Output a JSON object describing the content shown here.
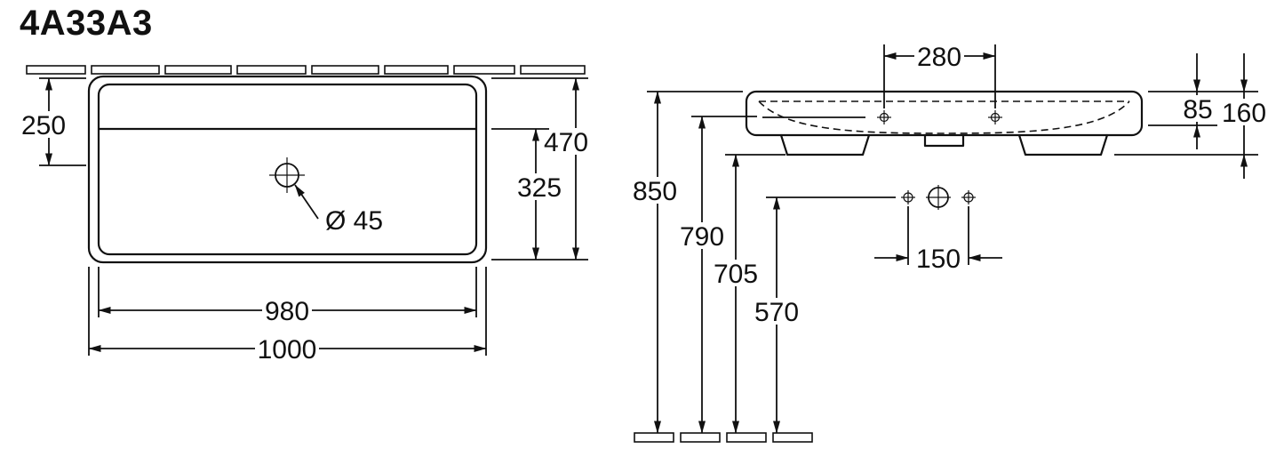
{
  "title": "4A33A3",
  "top_view": {
    "dims": {
      "depth_back": "250",
      "depth_total": "470",
      "depth_front": "325",
      "drain_diameter": "Ø 45",
      "width_inner": "980",
      "width_total": "1000"
    }
  },
  "side_view": {
    "dims": {
      "tap_hole_spacing": "280",
      "rim_height": "85",
      "total_height": "160",
      "height_rim": "850",
      "height_fixing_holes": "790",
      "height_underside": "705",
      "height_outlet": "570",
      "fixing_hole_spacing": "150"
    }
  }
}
